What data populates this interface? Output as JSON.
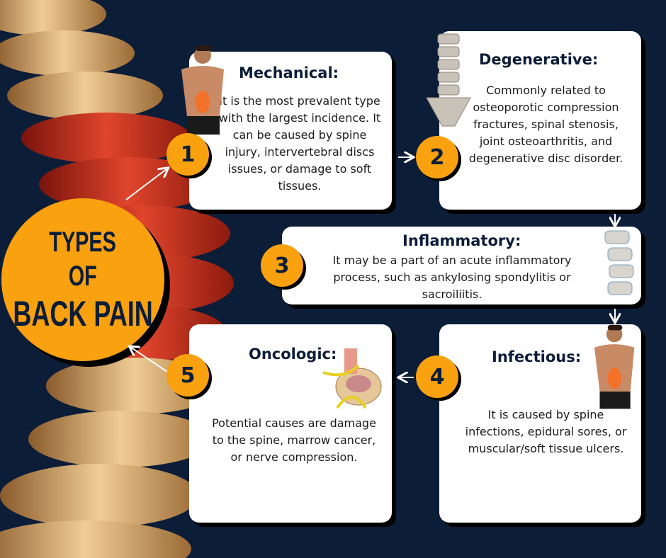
{
  "title": {
    "line1": "TYPES",
    "line2": "OF",
    "line3": "BACK PAIN"
  },
  "colors": {
    "background": "#0c1d38",
    "accent": "#f9a10f",
    "box": "#ffffff",
    "spine_red": "#c62a1a",
    "spine_bone": "#d9b07a"
  },
  "types": [
    {
      "number": "1",
      "heading": "Mechanical:",
      "text": "It is the most prevalent type with the largest incidence. It can be caused by spine injury, intervertebral discs issues, or damage to soft tissues.",
      "icon": "back-pain-man-icon"
    },
    {
      "number": "2",
      "heading": "Degenerative:",
      "text": "Commonly related to osteoporotic compression fractures, spinal stenosis, joint osteoarthritis, and degenerative disc disorder.",
      "icon": "lumbar-spine-icon"
    },
    {
      "number": "3",
      "heading": "Inflammatory:",
      "text": "It may be a part of an acute inflammatory process, such as ankylosing spondylitis or sacroiliitis.",
      "icon": "vertebrae-icon"
    },
    {
      "number": "4",
      "heading": "Infectious:",
      "text": "It is caused by spine infections, epidural sores, or muscular/soft tissue ulcers.",
      "icon": "back-pain-man-icon"
    },
    {
      "number": "5",
      "heading": "Oncologic:",
      "text": "Potential causes are damage to the spine, marrow cancer, or nerve compression.",
      "icon": "vertebra-cross-section-icon"
    }
  ]
}
